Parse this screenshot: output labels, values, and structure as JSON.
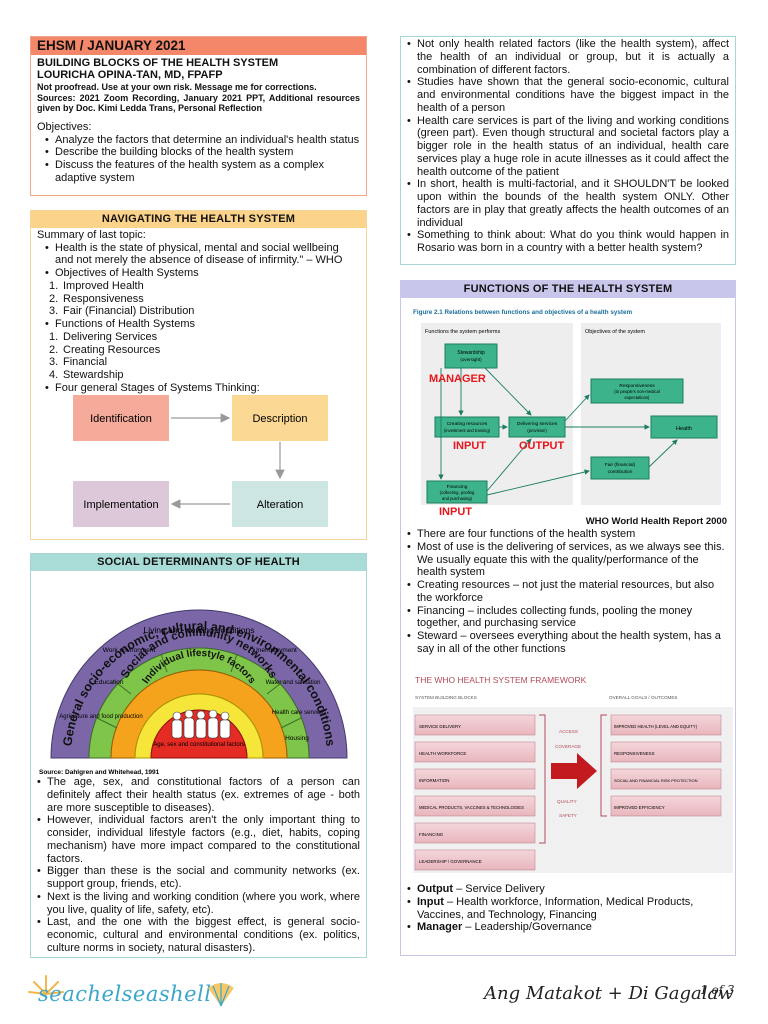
{
  "intro": {
    "title": "EHSM / JANUARY 2021",
    "lines": [
      "BUILDING BLOCKS OF THE HEALTH SYSTEM",
      "LOURICHA OPINA-TAN, MD, FPAFP"
    ],
    "note1": "Not proofread. Use at your own risk. Message me for corrections.",
    "note2": "Sources: 2021 Zoom Recording, January 2021 PPT, Additional resources given by Doc. Kimi Ledda Trans, Personal Reflection",
    "objectives_label": "Objectives:",
    "objectives": [
      "Analyze the factors that determine an individual's health status",
      "Describe the building blocks of the health system",
      "Discuss the features of the health system as a complex adaptive system"
    ]
  },
  "navigating": {
    "header": "NAVIGATING THE HEALTH SYSTEM",
    "summary": "Summary of last topic:",
    "bullet1": "Health is the state of physical, mental and social wellbeing and not merely the absence of disease of infirmity.\" – WHO",
    "bullet2": "Objectives of Health Systems",
    "objectives": [
      "Improved Health",
      "Responsiveness",
      "Fair (Financial) Distribution"
    ],
    "bullet3": "Functions of Health Systems",
    "functions": [
      "Delivering Services",
      "Creating Resources",
      "Financial",
      "Stewardship"
    ],
    "bullet4": "Four general Stages of Systems Thinking:",
    "stages": {
      "identification": "Identification",
      "description": "Description",
      "implementation": "Implementation",
      "alteration": "Alteration"
    }
  },
  "social": {
    "header": "SOCIAL DETERMINANTS OF HEALTH",
    "diagram": {
      "outer": "General socio-economic, cultural and environmental conditions",
      "living": "Living and working conditions",
      "social": "Social and community networks",
      "lifestyle": "Individual lifestyle factors",
      "core": "Age, sex and constitutional factors",
      "sectors": {
        "work": "Work environment",
        "education": "Education",
        "agriculture": "Agriculture and food production",
        "unemployment": "Unemployment",
        "water": "Water and sanitation",
        "healthcare": "Health care services",
        "housing": "Housing"
      },
      "source": "Source: Dahlgren and Whitehead, 1991"
    },
    "bullets": [
      "The age, sex, and constitutional factors of a person can definitely affect their health status (ex. extremes of age - both are more susceptible to diseases).",
      "However, individual factors aren't the only important thing to consider, individual lifestyle factors (e.g., diet, habits, coping mechanism) have more impact compared to the constitutional factors.",
      "Bigger than these is the social and community networks (ex. support group, friends, etc).",
      "Next is the living and working condition (where you work, where you live, quality of life, safety, etc).",
      "Last, and the one with the biggest effect, is general socio-economic, cultural and environmental conditions (ex. politics, culture norms in society, natural disasters)."
    ]
  },
  "right_top": {
    "bullets": [
      "Not only health related factors (like the health system), affect the health of an individual or group, but it is actually a combination of different factors.",
      "Studies have shown that the general socio-economic, cultural and environmental conditions have the biggest impact in the health of a person",
      "Health care services is part of the living and working conditions (green part). Even though structural and societal factors play a bigger role in the health status of an individual, health care services play a huge role in acute illnesses as it could affect the health outcome of the patient",
      "In short, health is multi-factorial, and it SHOULDN'T be looked upon within the bounds of the health system ONLY. Other factors are in play that greatly affects the health outcomes of an individual",
      "Something to think about: What do you think would happen in Rosario was born in a country with a better health system?"
    ]
  },
  "functions": {
    "header": "FUNCTIONS OF THE HEALTH SYSTEM",
    "figure": {
      "title": "Figure 2.1 Relations between functions and objectives of a health system",
      "left_label": "Functions the system performs",
      "right_label": "Objectives of the system",
      "stewardship": [
        "Stewardship",
        "(oversight)"
      ],
      "creating": [
        "Creating resources",
        "(investment and training)"
      ],
      "delivering": [
        "Delivering services",
        "(provision)"
      ],
      "financing": [
        "Financing",
        "(collecting, pooling",
        "and purchasing)"
      ],
      "responsiveness": [
        "Responsiveness",
        "(to people's non-medical",
        "expectations)"
      ],
      "health": "Health",
      "fair": [
        "Fair (financial)",
        "contribution"
      ],
      "manager": "MANAGER",
      "input1": "INPUT",
      "output": "OUTPUT",
      "input2": "INPUT"
    },
    "caption": "WHO World Health Report 2000",
    "bullets": [
      "There are four functions of the health system",
      "Most of use is the delivering of services, as we always see this. We usually equate this with the quality/performance of the health system",
      "Creating resources – not just the material resources, but also the workforce",
      "Financing – includes collecting funds, pooling the money together, and purchasing service",
      "Steward – oversees everything about the health system, has a say in all of the other functions"
    ],
    "framework": {
      "title": "THE WHO HEALTH SYSTEM FRAMEWORK",
      "blocks_label": "SYSTEM BUILDING BLOCKS",
      "goals_label": "OVERALL GOALS / OUTCOMES",
      "blocks": [
        "SERVICE DELIVERY",
        "HEALTH WORKFORCE",
        "INFORMATION",
        "MEDICAL PRODUCTS, VACCINES & TECHNOLOGIES",
        "FINANCING",
        "LEADERSHIP / GOVERNANCE"
      ],
      "middle": [
        "ACCESS",
        "COVERAGE",
        "QUALITY",
        "SAFETY"
      ],
      "goals": [
        "IMPROVED HEALTH (LEVEL AND EQUITY)",
        "RESPONSIVENESS",
        "SOCIAL AND FINANCIAL RISK PROTECTION",
        "IMPROVED EFFICIENCY"
      ]
    },
    "summary": [
      {
        "term": "Output",
        "text": " – Service Delivery"
      },
      {
        "term": "Input",
        "text": " – Health workforce, Information, Medical Products, Vaccines, and Technology, Financing"
      },
      {
        "term": "Manager",
        "text": " – Leadership/Governance"
      }
    ]
  },
  "footer": {
    "logo": "seachelseashell",
    "signature": "Ang Matakot + Di Gagalaw",
    "page": "1 of 3"
  },
  "colors": {
    "orange_header": "#f4876a",
    "yellow_header": "#fbd38a",
    "teal_header": "#a9dcd6",
    "purple_header": "#c8c6ea",
    "red_label": "#e8151b"
  }
}
